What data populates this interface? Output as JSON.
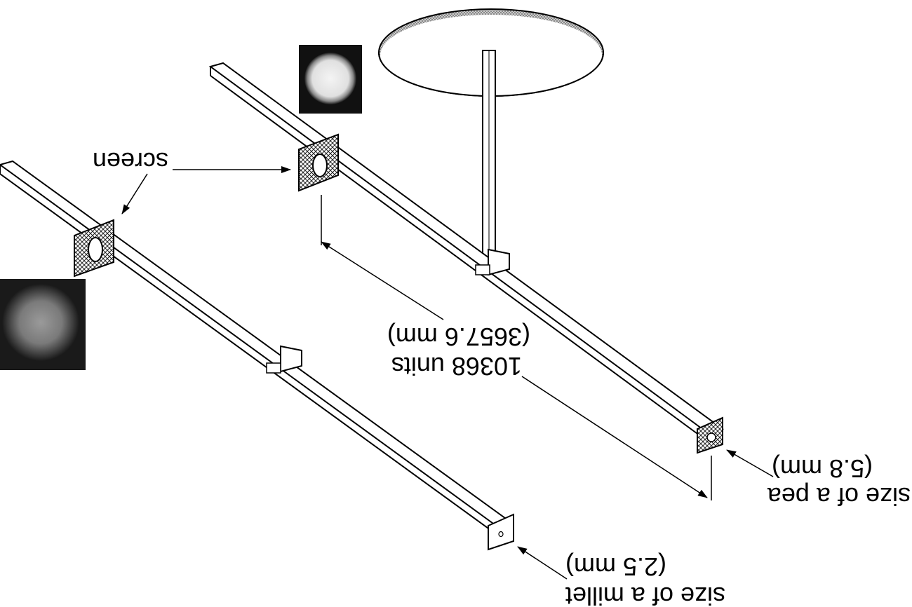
{
  "labels": {
    "screen": "screen",
    "units": "10368 units",
    "mm_distance": "(3657.6 mm)",
    "pea_title": "size of a pea",
    "pea_mm": "(5.8 mm)",
    "millet_title": "size of a millet",
    "millet_mm": "(2.5 mm)"
  },
  "colors": {
    "line": "#000000",
    "background": "#ffffff",
    "hatch": "#555555",
    "bright_spot": "#e8e8e8",
    "dim_spot": "#8c8c8c"
  }
}
